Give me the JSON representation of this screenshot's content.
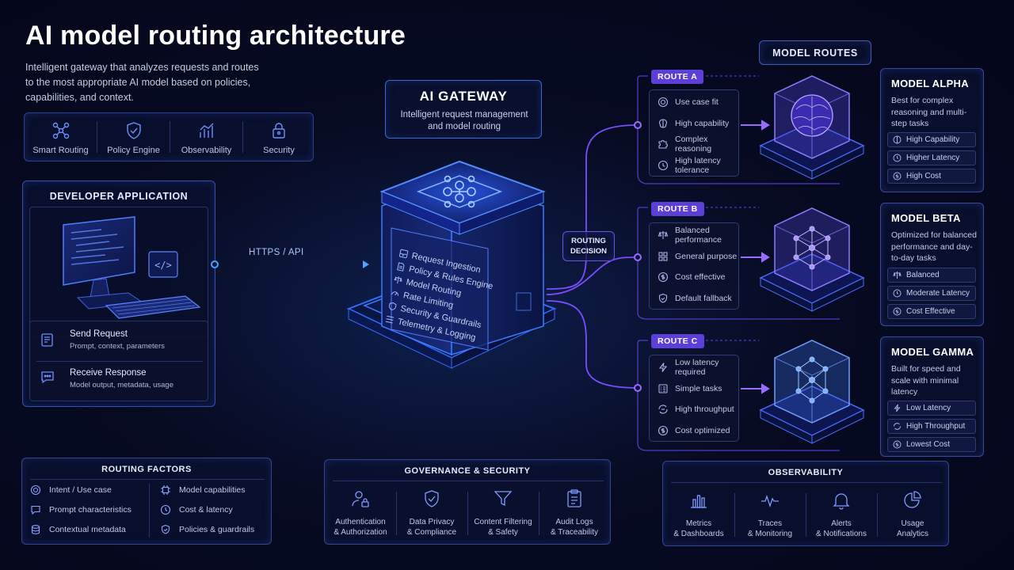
{
  "title": "AI model routing architecture",
  "subtitle": "Intelligent gateway that analyzes requests and routes to the most appropriate AI model based on policies, capabilities, and context.",
  "features": [
    "Smart Routing",
    "Policy Engine",
    "Observability",
    "Security"
  ],
  "developer": {
    "title": "DEVELOPER APPLICATION",
    "send_title": "Send Request",
    "send_sub": "Prompt, context, parameters",
    "recv_title": "Receive Response",
    "recv_sub": "Model output, metadata, usage"
  },
  "connection": "HTTPS / API",
  "gateway": {
    "title": "AI GATEWAY",
    "desc": "Intelligent request management and model routing",
    "modules": [
      "Request Ingestion",
      "Policy & Rules Engine",
      "Model Routing",
      "Rate Limiting",
      "Security & Guardrails",
      "Telemetry & Logging"
    ]
  },
  "routing_decision": "ROUTING DECISION",
  "model_routes_title": "MODEL ROUTES",
  "routes": [
    {
      "label": "ROUTE A",
      "criteria": [
        "Use case fit",
        "High capability",
        "Complex reasoning",
        "High latency tolerance"
      ]
    },
    {
      "label": "ROUTE B",
      "criteria": [
        "Balanced performance",
        "General purpose",
        "Cost effective",
        "Default fallback"
      ]
    },
    {
      "label": "ROUTE C",
      "criteria": [
        "Low latency required",
        "Simple tasks",
        "High throughput",
        "Cost optimized"
      ]
    }
  ],
  "models": [
    {
      "name": "MODEL ALPHA",
      "desc": "Best for complex reasoning and multi-step tasks",
      "tags": [
        "High Capability",
        "Higher Latency",
        "High Cost"
      ]
    },
    {
      "name": "MODEL BETA",
      "desc": "Optimized for balanced performance and day-to-day tasks",
      "tags": [
        "Balanced",
        "Moderate Latency",
        "Cost Effective"
      ]
    },
    {
      "name": "MODEL GAMMA",
      "desc": "Built for speed and scale with minimal latency",
      "tags": [
        "Low Latency",
        "High Throughput",
        "Lowest Cost"
      ]
    }
  ],
  "routing_factors": {
    "title": "ROUTING FACTORS",
    "left": [
      "Intent / Use case",
      "Prompt characteristics",
      "Contextual metadata"
    ],
    "right": [
      "Model capabilities",
      "Cost & latency",
      "Policies & guardrails"
    ]
  },
  "governance": {
    "title": "GOVERNANCE & SECURITY",
    "items": [
      {
        "l1": "Authentication",
        "l2": "& Authorization"
      },
      {
        "l1": "Data Privacy",
        "l2": "& Compliance"
      },
      {
        "l1": "Content Filtering",
        "l2": "& Safety"
      },
      {
        "l1": "Audit Logs",
        "l2": "& Traceability"
      }
    ]
  },
  "observability": {
    "title": "OBSERVABILITY",
    "items": [
      {
        "l1": "Metrics",
        "l2": "& Dashboards"
      },
      {
        "l1": "Traces",
        "l2": "& Monitoring"
      },
      {
        "l1": "Alerts",
        "l2": "& Notifications"
      },
      {
        "l1": "Usage",
        "l2": "Analytics"
      }
    ]
  },
  "colors": {
    "accent_blue": "#3d7bff",
    "accent_purple": "#7b4dff",
    "route_label": "#5b3fd6"
  }
}
